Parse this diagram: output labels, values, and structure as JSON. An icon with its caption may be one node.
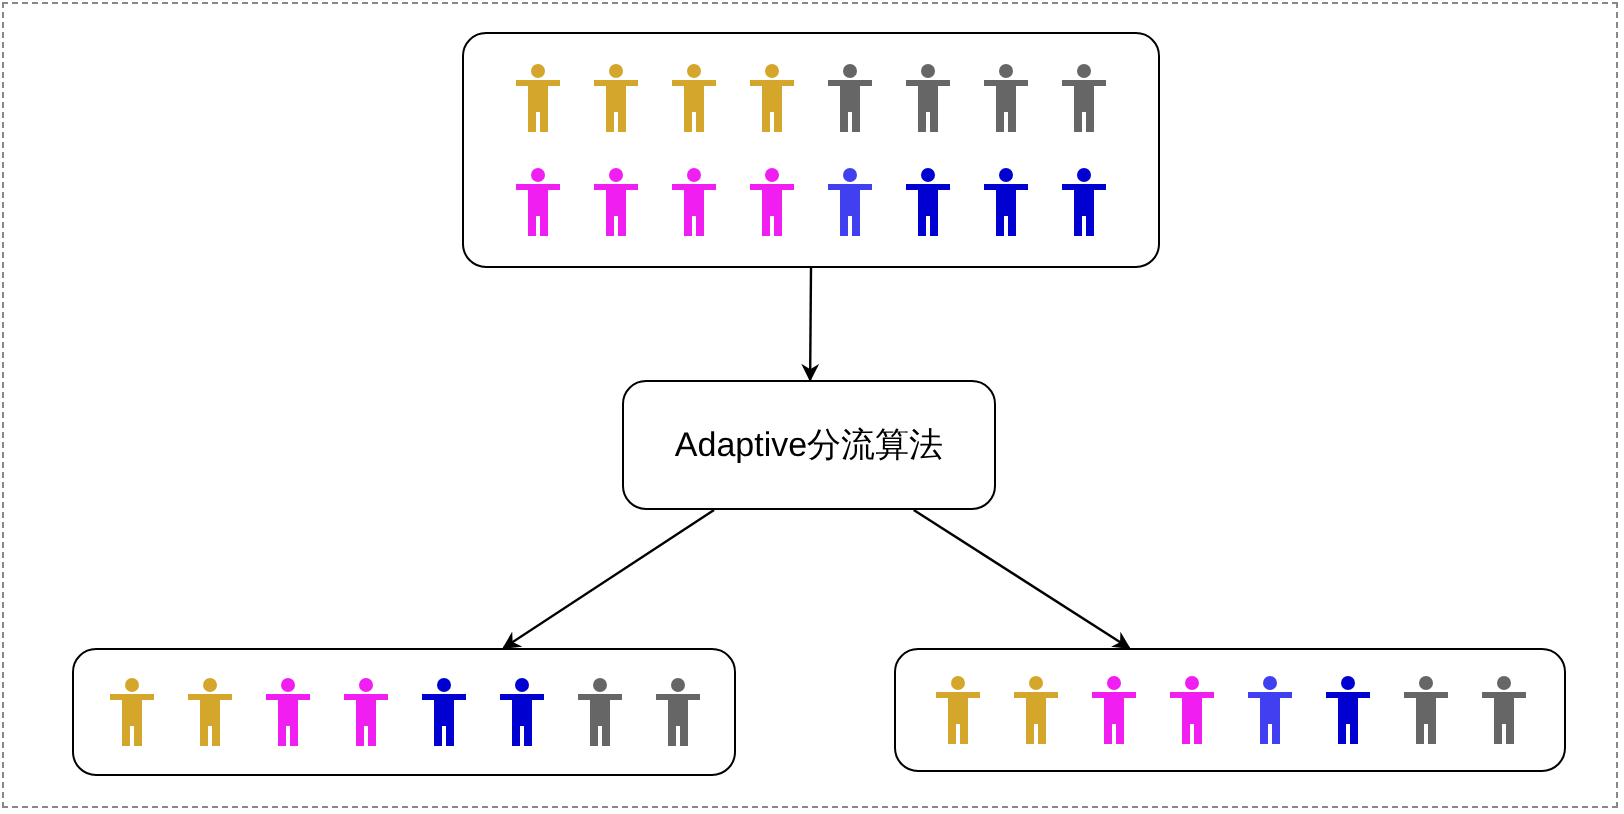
{
  "diagram": {
    "nodes": [
      {
        "text": [],
        "shape": "box"
      },
      {
        "text": [
          "Adaptive分流算法"
        ]
      },
      {
        "text": [],
        "shape": "box"
      },
      {
        "text": [],
        "shape": "box"
      }
    ],
    "edges": [
      {
        "from": 0,
        "to": 1,
        "arrow": "to"
      },
      {
        "from": 1,
        "to": 2,
        "arrow": "to"
      },
      {
        "from": 1,
        "to": 3,
        "arrow": "to"
      }
    ]
  }
}
